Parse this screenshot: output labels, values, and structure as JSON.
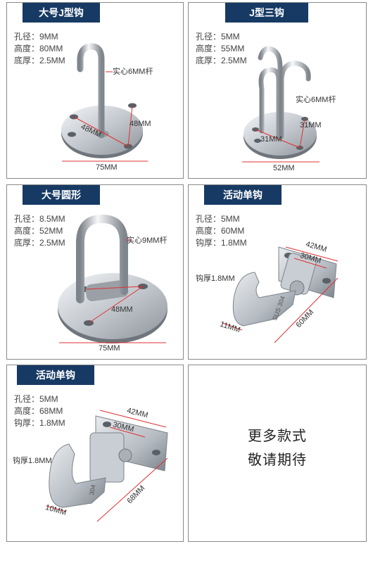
{
  "cards": [
    {
      "title": "大号J型钩",
      "specs": [
        "孔径：9MM",
        "高度：80MM",
        "底厚：2.5MM"
      ],
      "dims": [
        "实心6MM杆",
        "48MM",
        "48MM",
        "75MM"
      ]
    },
    {
      "title": "J型三钩",
      "specs": [
        "孔径：5MM",
        "高度：55MM",
        "底厚：2.5MM"
      ],
      "dims": [
        "实心6MM杆",
        "31MM",
        "31MM",
        "52MM"
      ]
    },
    {
      "title": "大号圆形",
      "specs": [
        "孔径：8.5MM",
        "高度：52MM",
        "底厚：2.5MM"
      ],
      "dims": [
        "实心9MM杆",
        "48MM",
        "75MM"
      ]
    },
    {
      "title": "活动单钩",
      "specs": [
        "孔径：5MM",
        "高度：60MM",
        "钩厚：1.8MM"
      ],
      "dims": [
        "42MM",
        "30MM",
        "钩厚1.8MM",
        "11MM",
        "60MM",
        "SUS 304"
      ]
    },
    {
      "title": "活动单钩",
      "specs": [
        "孔径：5MM",
        "高度：68MM",
        "钩厚：1.8MM"
      ],
      "dims": [
        "42MM",
        "30MM",
        "钩厚1.8MM",
        "10MM",
        "68MM",
        "304"
      ]
    }
  ],
  "more": [
    "更多款式",
    "敬请期待"
  ],
  "colors": {
    "badge": "#173a64",
    "dimension_line": "#e03030",
    "steel": "#c8cdd3"
  }
}
